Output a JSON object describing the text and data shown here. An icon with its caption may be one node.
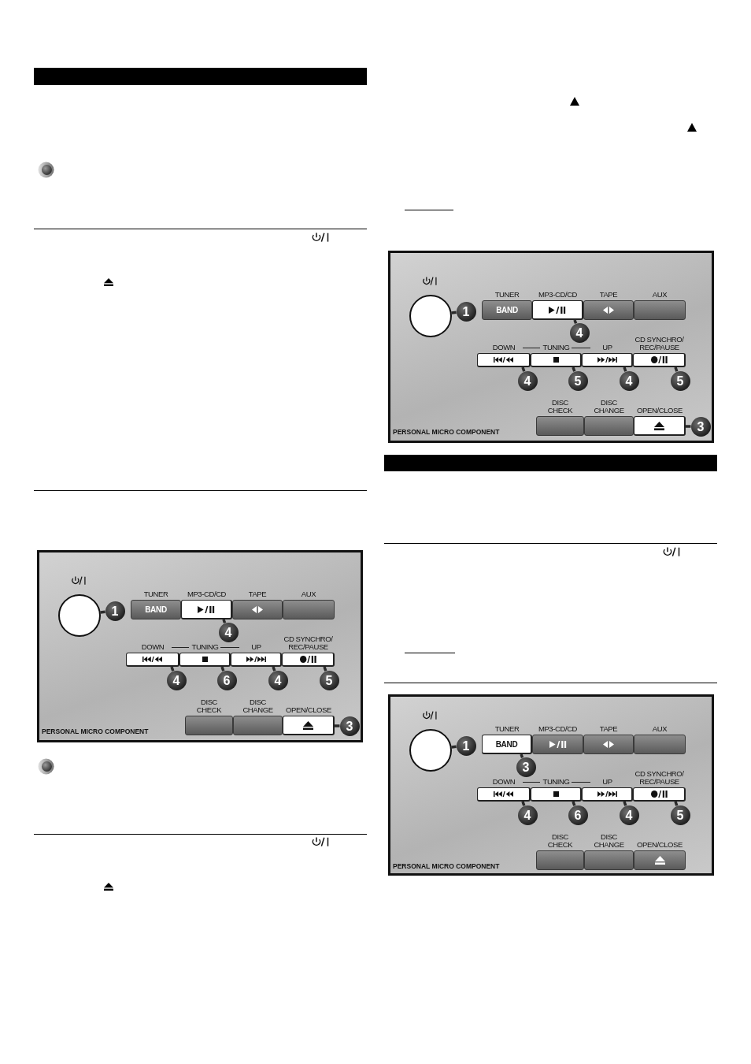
{
  "diagram": {
    "nodes": [
      {
        "text": [
          "PERSONAL MICRO COMPONENT"
        ]
      },
      {
        "text": [],
        "shape": "circle",
        "in": 0
      },
      {
        "text": [
          "1"
        ],
        "in": 0
      },
      {
        "text": [
          "TUNER",
          "BAND"
        ],
        "in": 0
      },
      {
        "text": [
          "MP3-CD/CD"
        ],
        "in": 0
      },
      {
        "text": [
          "TAPE"
        ],
        "in": 0
      },
      {
        "text": [
          "AUX"
        ],
        "in": 0
      },
      {
        "text": [
          "4"
        ],
        "in": 0
      },
      {
        "text": [
          "DOWN"
        ],
        "in": 0
      },
      {
        "text": [
          "TUNING"
        ],
        "in": 0
      },
      {
        "text": [
          "UP"
        ],
        "in": 0
      },
      {
        "text": [
          "CD SYNCHRO/ REC/PAUSE"
        ],
        "in": 0
      },
      {
        "text": [
          "4"
        ],
        "in": 0
      },
      {
        "text": [
          "6"
        ],
        "in": 0
      },
      {
        "text": [
          "4"
        ],
        "in": 0
      },
      {
        "text": [
          "5"
        ],
        "in": 0
      },
      {
        "text": [
          "DISC CHECK"
        ],
        "in": 0
      },
      {
        "text": [
          "DISC CHANGE"
        ],
        "in": 0
      },
      {
        "text": [
          "OPEN/CLOSE"
        ],
        "in": 0
      },
      {
        "text": [
          "3"
        ],
        "in": 0
      },
      {
        "text": [
          "PERSONAL MICRO COMPONENT"
        ]
      },
      {
        "text": [],
        "shape": "circle",
        "in": 20
      },
      {
        "text": [
          "1"
        ],
        "in": 20
      },
      {
        "text": [
          "TUNER",
          "BAND"
        ],
        "in": 20
      },
      {
        "text": [
          "MP3-CD/CD"
        ],
        "in": 20
      },
      {
        "text": [
          "TAPE"
        ],
        "in": 20
      },
      {
        "text": [
          "AUX"
        ],
        "in": 20
      },
      {
        "text": [
          "4"
        ],
        "in": 20
      },
      {
        "text": [
          "DOWN"
        ],
        "in": 20
      },
      {
        "text": [
          "TUNING"
        ],
        "in": 20
      },
      {
        "text": [
          "UP"
        ],
        "in": 20
      },
      {
        "text": [
          "CD SYNCHRO/ REC/PAUSE"
        ],
        "in": 20
      },
      {
        "text": [
          "4"
        ],
        "in": 20
      },
      {
        "text": [
          "5"
        ],
        "in": 20
      },
      {
        "text": [
          "4"
        ],
        "in": 20
      },
      {
        "text": [
          "5"
        ],
        "in": 20
      },
      {
        "text": [
          "DISC CHECK"
        ],
        "in": 20
      },
      {
        "text": [
          "DISC CHANGE"
        ],
        "in": 20
      },
      {
        "text": [
          "OPEN/CLOSE"
        ],
        "in": 20
      },
      {
        "text": [
          "3"
        ],
        "in": 20
      },
      {
        "text": [
          "PERSONAL MICRO COMPONENT"
        ]
      },
      {
        "text": [],
        "shape": "circle",
        "in": 40
      },
      {
        "text": [
          "1"
        ],
        "in": 40
      },
      {
        "text": [
          "TUNER",
          "BAND"
        ],
        "in": 40
      },
      {
        "text": [
          "MP3-CD/CD"
        ],
        "in": 40
      },
      {
        "text": [
          "TAPE"
        ],
        "in": 40
      },
      {
        "text": [
          "AUX"
        ],
        "in": 40
      },
      {
        "text": [
          "3"
        ],
        "in": 40
      },
      {
        "text": [
          "DOWN"
        ],
        "in": 40
      },
      {
        "text": [
          "TUNING"
        ],
        "in": 40
      },
      {
        "text": [
          "UP"
        ],
        "in": 40
      },
      {
        "text": [
          "CD SYNCHRO/ REC/PAUSE"
        ],
        "in": 40
      },
      {
        "text": [
          "4"
        ],
        "in": 40
      },
      {
        "text": [
          "6"
        ],
        "in": 40
      },
      {
        "text": [
          "4"
        ],
        "in": 40
      },
      {
        "text": [
          "5"
        ],
        "in": 40
      },
      {
        "text": [
          "DISC CHECK"
        ],
        "in": 40
      },
      {
        "text": [
          "DISC CHANGE"
        ],
        "in": 40
      },
      {
        "text": [
          "OPEN/CLOSE"
        ],
        "in": 40
      }
    ],
    "edges": [
      {
        "from": 2,
        "to": 1,
        "arrow": "none"
      },
      {
        "from": 7,
        "to": 4,
        "arrow": "none"
      },
      {
        "from": 12,
        "to": 8,
        "arrow": "none"
      },
      {
        "from": 13,
        "to": 9,
        "arrow": "none"
      },
      {
        "from": 14,
        "to": 10,
        "arrow": "none"
      },
      {
        "from": 15,
        "to": 11,
        "arrow": "none"
      },
      {
        "from": 19,
        "to": 18,
        "arrow": "none"
      },
      {
        "from": 22,
        "to": 21,
        "arrow": "none"
      },
      {
        "from": 27,
        "to": 24,
        "arrow": "none"
      },
      {
        "from": 32,
        "to": 28,
        "arrow": "none"
      },
      {
        "from": 33,
        "to": 29,
        "arrow": "none"
      },
      {
        "from": 34,
        "to": 30,
        "arrow": "none"
      },
      {
        "from": 35,
        "to": 31,
        "arrow": "none"
      },
      {
        "from": 39,
        "to": 38,
        "arrow": "none"
      },
      {
        "from": 42,
        "to": 41,
        "arrow": "none"
      },
      {
        "from": 47,
        "to": 43,
        "arrow": "none"
      },
      {
        "from": 52,
        "to": 48,
        "arrow": "none"
      },
      {
        "from": 53,
        "to": 49,
        "arrow": "none"
      },
      {
        "from": 54,
        "to": 50,
        "arrow": "none"
      },
      {
        "from": 55,
        "to": 51,
        "arrow": "none"
      }
    ]
  }
}
